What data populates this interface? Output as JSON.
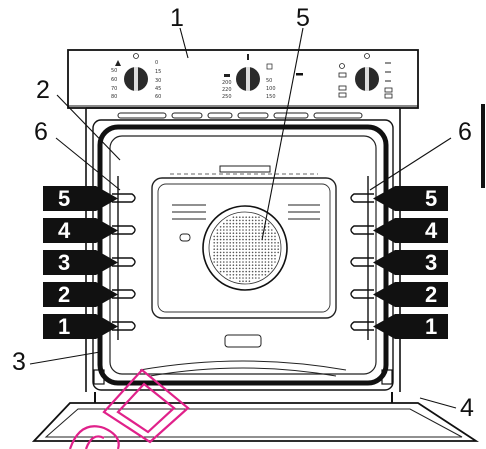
{
  "callouts": {
    "c1": "1",
    "c2": "2",
    "c3": "3",
    "c4": "4",
    "c5": "5",
    "c6_left": "6",
    "c6_right": "6"
  },
  "shelf_levels_left": [
    "5",
    "4",
    "3",
    "2",
    "1"
  ],
  "shelf_levels_right": [
    "5",
    "4",
    "3",
    "2",
    "1"
  ],
  "timer_dial": {
    "left_ticks": [
      "50",
      "60",
      "70",
      "80"
    ],
    "right_ticks": [
      "0",
      "15",
      "30",
      "45",
      "60"
    ]
  },
  "temp_dial": {
    "left_ticks": [
      "200",
      "220",
      "250"
    ],
    "right_ticks": [
      "50",
      "100",
      "150"
    ]
  },
  "colors": {
    "tag_fill": "#111111",
    "watermark": "#e0218a",
    "line": "#111111"
  }
}
